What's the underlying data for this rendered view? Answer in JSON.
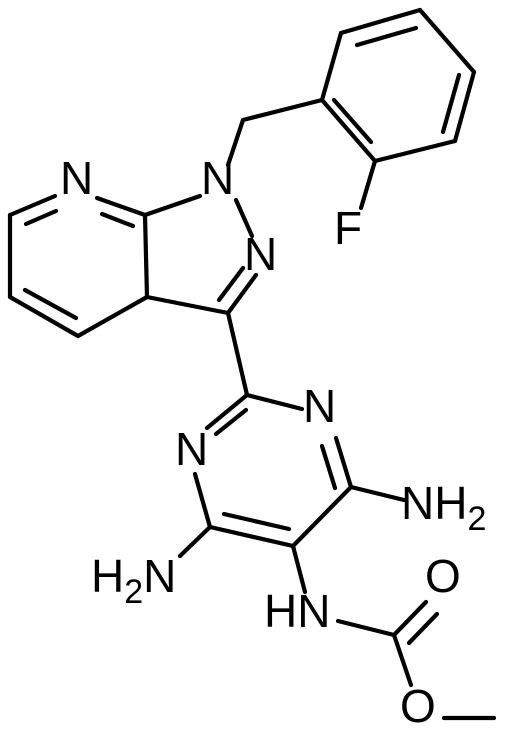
{
  "molecule": {
    "atoms": {
      "n_pyridine": "N",
      "n1_pyrazole": "N",
      "n2_pyrazole": "N",
      "fluorine": "F",
      "n_pyrimidine_right": "N",
      "n_pyrimidine_left": "N",
      "nh2_right_main": "NH",
      "nh2_right_sub": "2",
      "h2n_left_h": "H",
      "h2n_left_sub": "2",
      "h2n_left_n": "N",
      "carbamate_nh": "HN",
      "carbonyl_o": "O",
      "ester_o": "O"
    }
  }
}
